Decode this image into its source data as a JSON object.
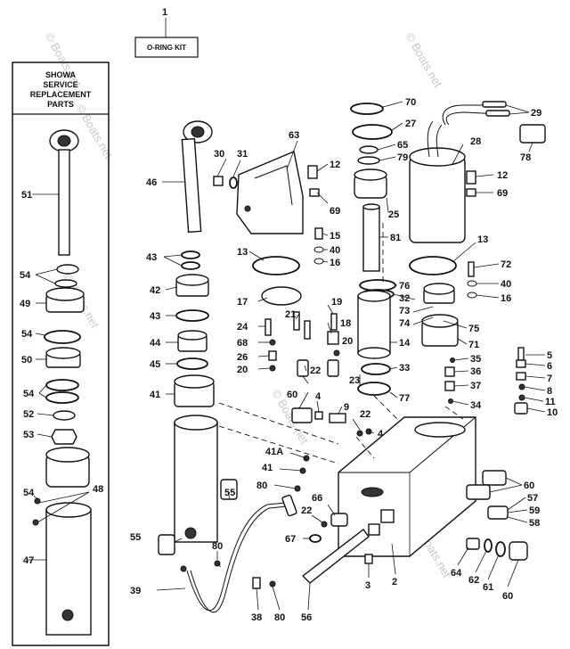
{
  "kit": {
    "number": "1",
    "label": "O-RING KIT"
  },
  "showa_box": {
    "header": [
      "SHOWA",
      "SERVICE",
      "REPLACEMENT",
      "PARTS"
    ]
  },
  "watermark": "© Boats.net",
  "callouts": [
    "51",
    "54",
    "49",
    "54",
    "50",
    "54",
    "52",
    "53",
    "54",
    "48",
    "47",
    "46",
    "43",
    "42",
    "43",
    "44",
    "45",
    "41",
    "55",
    "41A",
    "41",
    "80",
    "55",
    "39",
    "80",
    "38",
    "80",
    "30",
    "31",
    "63",
    "12",
    "69",
    "13",
    "15",
    "40",
    "16",
    "17",
    "21",
    "24",
    "68",
    "26",
    "20",
    "22",
    "19",
    "18",
    "20",
    "60",
    "4",
    "9",
    "22",
    "4",
    "70",
    "27",
    "65",
    "79",
    "25",
    "81",
    "76",
    "32",
    "73",
    "74",
    "14",
    "33",
    "23",
    "77",
    "28",
    "29",
    "78",
    "12",
    "69",
    "13",
    "72",
    "40",
    "16",
    "75",
    "71",
    "5",
    "6",
    "7",
    "8",
    "11",
    "10",
    "35",
    "36",
    "37",
    "34",
    "66",
    "22",
    "67",
    "56",
    "3",
    "2",
    "64",
    "62",
    "61",
    "60",
    "60",
    "57",
    "59",
    "58"
  ]
}
